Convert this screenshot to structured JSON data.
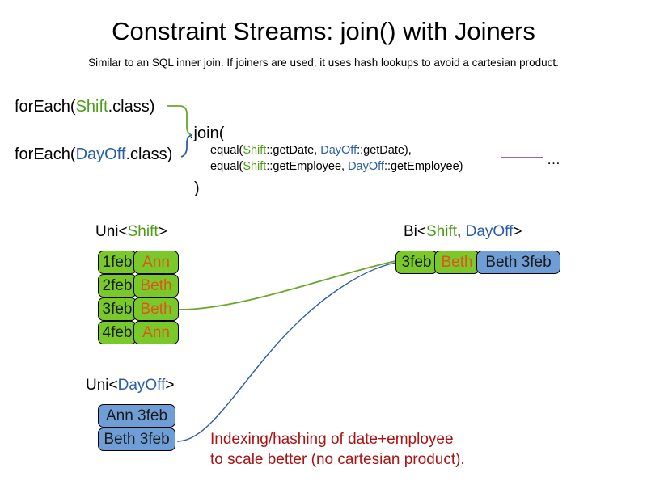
{
  "header": {
    "title": "Constraint Streams: join() with Joiners",
    "subtitle": "Similar to an SQL inner join. If joiners are used, it uses hash lookups to avoid a cartesian product."
  },
  "code": {
    "foreach_shift": {
      "prefix": "forEach(",
      "type": "Shift",
      "suffix": ".class)"
    },
    "foreach_dayoff": {
      "prefix": "forEach(",
      "type": "DayOff",
      "suffix": ".class)"
    },
    "join_open": ".join(",
    "join_close": ")",
    "arg1": {
      "prefix": "equal(",
      "left_type": "Shift",
      "left_method": "::getDate, ",
      "right_type": "DayOff",
      "right_method": "::getDate),"
    },
    "arg2": {
      "prefix": "equal(",
      "left_type": "Shift",
      "left_method": "::getEmployee, ",
      "right_type": "DayOff",
      "right_method": "::getEmployee)"
    },
    "ellipsis": "…"
  },
  "streams": {
    "uni_shift": {
      "label_prefix": "Uni<",
      "label_type": "Shift",
      "label_suffix": ">",
      "rows": [
        {
          "date": "1feb",
          "employee": "Ann"
        },
        {
          "date": "2feb",
          "employee": "Beth"
        },
        {
          "date": "3feb",
          "employee": "Beth"
        },
        {
          "date": "4feb",
          "employee": "Ann"
        }
      ]
    },
    "uni_dayoff": {
      "label_prefix": "Uni<",
      "label_type": "DayOff",
      "label_suffix": ">",
      "rows": [
        {
          "pair": "Ann 3feb"
        },
        {
          "pair": "Beth 3feb"
        }
      ]
    },
    "bi": {
      "label_prefix": "Bi<",
      "label_type_a": "Shift",
      "label_sep": ", ",
      "label_type_b": "DayOff",
      "label_suffix": ">",
      "row": {
        "date": "3feb",
        "employee": "Beth",
        "dayoff": "Beth 3feb"
      }
    }
  },
  "annotation": {
    "line1": "Indexing/hashing of date+employee",
    "line2": "to scale better (no cartesian product)."
  },
  "colors": {
    "shift_green": "#4d9c18",
    "dayoff_blue": "#2a5caa",
    "box_green": "#79c92b",
    "box_blue": "#6f9ed6",
    "name_orange": "#e2541b",
    "annotation_red": "#a81414",
    "wire_green": "#6aa62a",
    "wire_blue": "#2a5caa",
    "wire_purple": "#6b3f6b"
  }
}
